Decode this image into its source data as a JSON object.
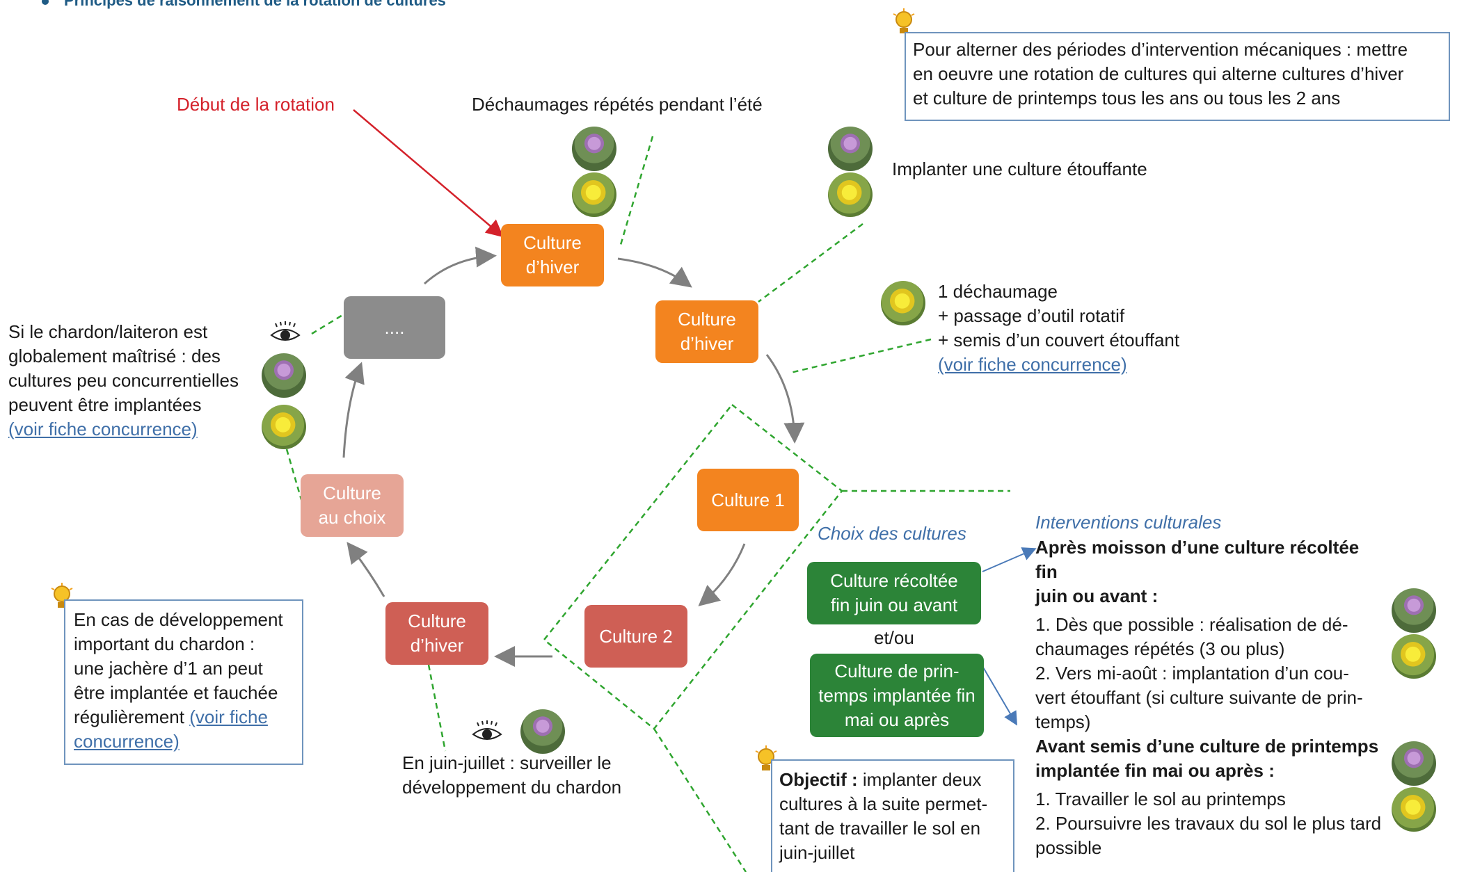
{
  "title": "Principes de raisonnement de la rotation de cultures",
  "labels": {
    "debut": "Début de la rotation",
    "dechaumages_ete": "Déchaumages répétés pendant l’été",
    "implanter_etouffante": "Implanter une culture étouffante",
    "dechaumage_line1": "1 déchaumage",
    "dechaumage_line2": "+ passage d’outil rotatif",
    "dechaumage_line3": "+ semis d’un couvert étouffant",
    "voir_fiche_1": "(voir fiche concurrence)",
    "chardon_line1": "Si le chardon/laiteron est",
    "chardon_line2": "globalement maîtrisé : des",
    "chardon_line3": "cultures peu concurrentielles",
    "chardon_line4": "peuvent être implantées",
    "voir_fiche_2": "(voir fiche concurrence)",
    "juin_line1": "En juin-juillet : surveiller le",
    "juin_line2": "développement du chardon",
    "choix_cultures": "Choix des cultures",
    "et_ou": "et/ou",
    "interventions": "Interventions culturales"
  },
  "boxes": {
    "hiver_top": [
      "Culture",
      "d’hiver"
    ],
    "hiver_right": [
      "Culture",
      "d’hiver"
    ],
    "dots": "....",
    "au_choix": [
      "Culture",
      "au choix"
    ],
    "hiver_bottom": [
      "Culture",
      "d’hiver"
    ],
    "culture1": "Culture 1",
    "culture2": "Culture 2",
    "recoltee": [
      "Culture récoltée",
      "fin juin ou avant"
    ],
    "printemps": [
      "Culture de prin-",
      "temps implantée fin",
      "mai ou après"
    ]
  },
  "notes": {
    "top_right": [
      "Pour alterner des périodes d’intervention mécaniques : mettre",
      "en oeuvre une rotation de cultures qui alterne cultures d’hiver",
      "et culture de printemps tous les ans ou tous les 2 ans"
    ],
    "left": [
      "En cas de développement",
      "important du chardon :",
      "une jachère d’1 an peut",
      "être implantée et fauchée",
      "régulièrement"
    ],
    "left_link_1": "(voir fiche",
    "left_link_2": "concurrence)",
    "objectif_label": "Objectif :",
    "objectif_lines": [
      " implanter deux",
      "cultures à la suite permet-",
      "tant de travailler le sol en",
      "juin-juillet"
    ]
  },
  "interventions": {
    "heading1_line1": "Après moisson d’une culture récoltée fin",
    "heading1_line2": "juin ou avant :",
    "item1_line1": "1. Dès que possible : réalisation de dé-",
    "item1_line2": "chaumages répétés (3 ou plus)",
    "item2_line1": "2. Vers mi-août : implantation d’un cou-",
    "item2_line2": "vert étouffant (si culture suivante de prin-",
    "item2_line3": "temps)",
    "heading2_line1": "Avant semis d’une culture de printemps",
    "heading2_line2": "implantée fin mai ou après :",
    "item3": "1. Travailler le sol au printemps",
    "item4_line1": "2. Poursuivre les travaux du sol le plus tard",
    "item4_line2": "possible"
  },
  "icons": [
    "lightbulb-icon",
    "eye-icon",
    "thistle-photo-icon",
    "sow-thistle-photo-icon"
  ],
  "colors": {
    "orange": "#f3841f",
    "grey": "#8c8c8c",
    "pink": "#e6a596",
    "red_box": "#cf5f55",
    "green_box": "#2c8438",
    "dashed_green": "#2fa52f",
    "link_blue": "#3f6fa8",
    "start_red": "#d4212a"
  }
}
